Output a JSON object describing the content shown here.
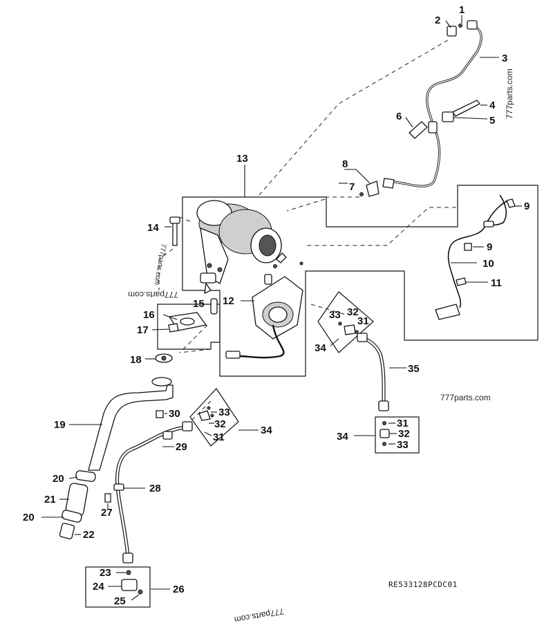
{
  "diagram": {
    "drawing_code": "RE533128PCDC01",
    "watermarks": [
      "777parts.com",
      "777parts.com",
      "777parts.com",
      "777parts.com",
      "777parts.com"
    ],
    "callouts": [
      {
        "id": "c1",
        "label": "1"
      },
      {
        "id": "c2",
        "label": "2"
      },
      {
        "id": "c3",
        "label": "3"
      },
      {
        "id": "c4",
        "label": "4"
      },
      {
        "id": "c5",
        "label": "5"
      },
      {
        "id": "c6",
        "label": "6"
      },
      {
        "id": "c7",
        "label": "7"
      },
      {
        "id": "c8",
        "label": "8"
      },
      {
        "id": "c9a",
        "label": "9"
      },
      {
        "id": "c9b",
        "label": "9"
      },
      {
        "id": "c10",
        "label": "10"
      },
      {
        "id": "c11",
        "label": "11"
      },
      {
        "id": "c12",
        "label": "12"
      },
      {
        "id": "c13",
        "label": "13"
      },
      {
        "id": "c14",
        "label": "14"
      },
      {
        "id": "c15",
        "label": "15"
      },
      {
        "id": "c16",
        "label": "16"
      },
      {
        "id": "c17",
        "label": "17"
      },
      {
        "id": "c18",
        "label": "18"
      },
      {
        "id": "c19",
        "label": "19"
      },
      {
        "id": "c20a",
        "label": "20"
      },
      {
        "id": "c20b",
        "label": "20"
      },
      {
        "id": "c21",
        "label": "21"
      },
      {
        "id": "c22",
        "label": "22"
      },
      {
        "id": "c23",
        "label": "23"
      },
      {
        "id": "c24",
        "label": "24"
      },
      {
        "id": "c25",
        "label": "25"
      },
      {
        "id": "c26",
        "label": "26"
      },
      {
        "id": "c27",
        "label": "27"
      },
      {
        "id": "c28",
        "label": "28"
      },
      {
        "id": "c29",
        "label": "29"
      },
      {
        "id": "c30",
        "label": "30"
      },
      {
        "id": "c31a",
        "label": "31"
      },
      {
        "id": "c31b",
        "label": "31"
      },
      {
        "id": "c31c",
        "label": "31"
      },
      {
        "id": "c32a",
        "label": "32"
      },
      {
        "id": "c32b",
        "label": "32"
      },
      {
        "id": "c32c",
        "label": "32"
      },
      {
        "id": "c33a",
        "label": "33"
      },
      {
        "id": "c33b",
        "label": "33"
      },
      {
        "id": "c33c",
        "label": "33"
      },
      {
        "id": "c34a",
        "label": "34"
      },
      {
        "id": "c34b",
        "label": "34"
      },
      {
        "id": "c34c",
        "label": "34"
      },
      {
        "id": "c35",
        "label": "35"
      }
    ]
  }
}
